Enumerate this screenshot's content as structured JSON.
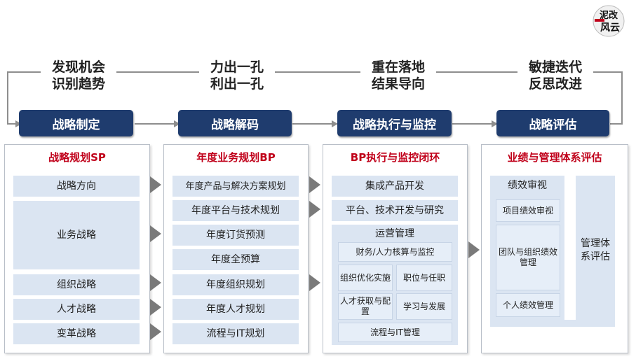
{
  "logo": {
    "text": "泥改风云"
  },
  "phrases": [
    {
      "line1": "发现机会",
      "line2": "识别趋势"
    },
    {
      "line1": "力出一孔",
      "line2": "利出一孔"
    },
    {
      "line1": "重在落地",
      "line2": "结果导向"
    },
    {
      "line1": "敏捷迭代",
      "line2": "反思改进"
    }
  ],
  "stages": [
    "战略制定",
    "战略解码",
    "战略执行与监控",
    "战略评估"
  ],
  "panels": [
    {
      "title": "战略规划SP",
      "items": [
        "战略方向",
        "业务战略",
        "组织战略",
        "人才战略",
        "变革战略"
      ]
    },
    {
      "title": "年度业务规划BP",
      "items": [
        "年度产品与解决方案规划",
        "年度平台与技术规划",
        "年度订货预测",
        "年度全预算",
        "年度组织规划",
        "年度人才规划",
        "流程与IT规划"
      ]
    },
    {
      "title": "BP执行与监控闭环",
      "items": [
        "集成产品开发",
        "平台、技术开发与研究"
      ],
      "ops": {
        "title": "运营管理",
        "items": [
          "财务/人力核算与监控",
          "组织优化实施",
          "职位与任职",
          "人才获取与配置",
          "学习与发展",
          "流程与IT管理"
        ]
      }
    },
    {
      "title": "业绩与管理体系评估",
      "perf": {
        "title": "绩效审视",
        "items": [
          "项目绩效审视",
          "团队与组织绩效管理",
          "个人绩效管理"
        ]
      },
      "side": "管理体系评估"
    }
  ]
}
